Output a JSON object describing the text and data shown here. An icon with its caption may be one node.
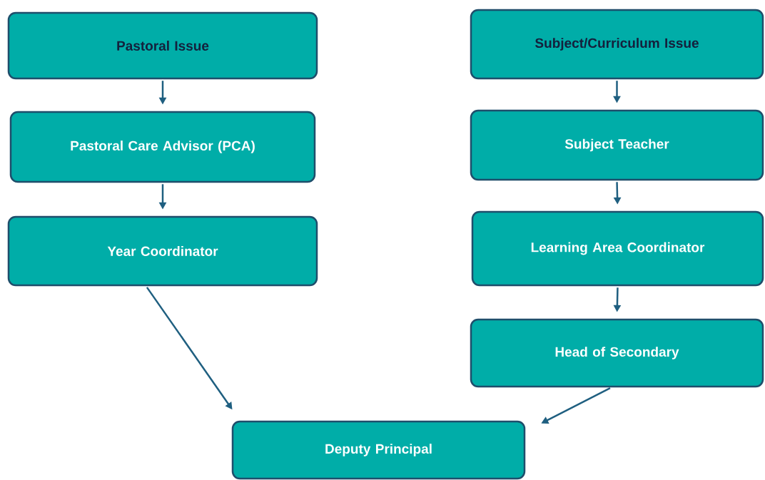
{
  "diagram": {
    "nodes": [
      {
        "text": [
          "Pastoral Issue"
        ]
      },
      {
        "text": [
          "Subject/Curriculum Issue"
        ]
      },
      {
        "text": [
          "Pastoral Care Advisor (PCA)"
        ]
      },
      {
        "text": [
          "Subject Teacher"
        ]
      },
      {
        "text": [
          "Year Coordinator"
        ]
      },
      {
        "text": [
          "Learning Area Coordinator"
        ]
      },
      {
        "text": [
          "Head of Secondary"
        ]
      },
      {
        "text": [
          "Deputy Principal"
        ]
      }
    ],
    "edges": [
      {
        "from": 0,
        "to": 2,
        "arrow": "to"
      },
      {
        "from": 1,
        "to": 3,
        "arrow": "to"
      },
      {
        "from": 2,
        "to": 4,
        "arrow": "to"
      },
      {
        "from": 3,
        "to": 5,
        "arrow": "to"
      },
      {
        "from": 5,
        "to": 6,
        "arrow": "to"
      },
      {
        "from": 4,
        "to": 7,
        "arrow": "to"
      },
      {
        "from": 6,
        "to": 7,
        "arrow": "to"
      }
    ]
  }
}
